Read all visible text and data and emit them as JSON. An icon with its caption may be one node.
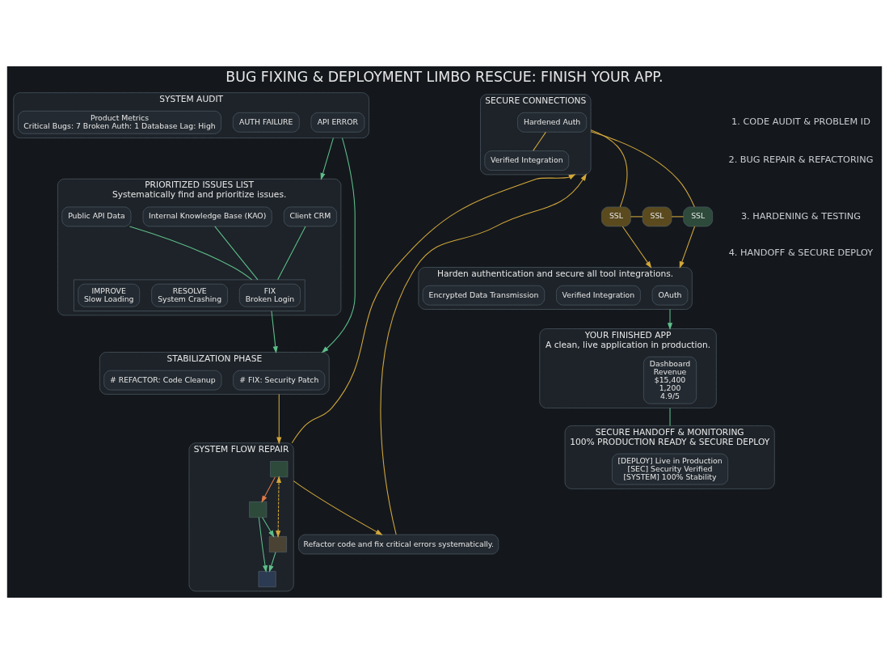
{
  "diagram": {
    "title": "BUG FIXING & DEPLOYMENT LIMBO RESCUE: FINISH YOUR APP.",
    "nodes": [
      {
        "text": [
          "SYSTEM AUDIT"
        ]
      },
      {
        "text": [
          "API ERROR"
        ],
        "in": 0
      },
      {
        "text": [
          "AUTH FAILURE"
        ],
        "in": 0
      },
      {
        "text": [
          "Product Metrics",
          "Critical Bugs: 7 Broken Auth: 1 Database Lag: High"
        ],
        "in": 0
      },
      {
        "text": [
          "PRIORITIZED ISSUES LIST",
          "Systematically find and prioritize issues."
        ]
      },
      {
        "text": [
          "Client CRM"
        ],
        "in": 4
      },
      {
        "text": [
          "Internal Knowledge Base (KAO)"
        ],
        "in": 4
      },
      {
        "text": [
          "Public API Data"
        ],
        "in": 4
      },
      {
        "text": [],
        "shape": "box",
        "in": 4
      },
      {
        "text": [
          "FIX",
          "Broken Login"
        ],
        "in": 8
      },
      {
        "text": [
          "RESOLVE",
          "System Crashing"
        ],
        "in": 8
      },
      {
        "text": [
          "IMPROVE",
          "Slow Loading"
        ],
        "in": 8
      },
      {
        "text": [
          "STABILIZATION PHASE"
        ]
      },
      {
        "text": [
          "# FIX: Security Patch"
        ],
        "in": 12
      },
      {
        "text": [
          "# REFACTOR: Code Cleanup"
        ],
        "in": 12
      },
      {
        "text": [
          "SYSTEM FLOW REPAIR"
        ]
      },
      {
        "text": [],
        "shape": "box",
        "in": 15
      },
      {
        "text": [],
        "shape": "box",
        "in": 15
      },
      {
        "text": [],
        "shape": "box",
        "in": 15
      },
      {
        "text": [],
        "shape": "box",
        "in": 15
      },
      {
        "text": [
          "Refactor code and fix critical errors systematically."
        ]
      },
      {
        "text": [
          "SECURE CONNECTIONS"
        ]
      },
      {
        "text": [
          "Hardened Auth"
        ],
        "in": 21
      },
      {
        "text": [
          "Verified Integration"
        ],
        "in": 21
      },
      {
        "text": [
          "SSL"
        ]
      },
      {
        "text": [
          "SSL"
        ]
      },
      {
        "text": [
          "SSL"
        ]
      },
      {
        "text": [
          "Harden authentication and secure all tool integrations."
        ]
      },
      {
        "text": [
          "OAuth"
        ],
        "in": 27
      },
      {
        "text": [
          "Verified Integration"
        ],
        "in": 27
      },
      {
        "text": [
          "Encrypted Data Transmission"
        ],
        "in": 27
      },
      {
        "text": [
          "YOUR FINISHED APP",
          "A clean, live application in production."
        ]
      },
      {
        "text": [
          "Dashboard",
          "Revenue",
          "$15,400",
          "1,200",
          "4.9/5"
        ],
        "in": 31
      },
      {
        "text": [
          "SECURE HANDOFF & MONITORING",
          "100% PRODUCTION READY & SECURE DEPLOY"
        ]
      },
      {
        "text": [
          "[DEPLOY] Live in Production",
          "[SEC] Security Verified",
          "[SYSTEM] 100% Stability"
        ],
        "in": 33
      }
    ],
    "edges": [
      {
        "from": 0,
        "to": 4,
        "arrow": "to",
        "color": "#5fbf8a"
      },
      {
        "from": 0,
        "to": 12,
        "arrow": "to",
        "color": "#5fbf8a"
      },
      {
        "from": 5,
        "to": 8,
        "arrow": "none",
        "color": "#5fbf8a"
      },
      {
        "from": 6,
        "to": 8,
        "arrow": "none",
        "color": "#5fbf8a"
      },
      {
        "from": 7,
        "to": 8,
        "arrow": "none",
        "color": "#5fbf8a"
      },
      {
        "from": 8,
        "to": 12,
        "arrow": "to",
        "color": "#5fbf8a"
      },
      {
        "from": 12,
        "to": 15,
        "arrow": "to",
        "color": "#d4a83a"
      },
      {
        "from": 16,
        "to": 17,
        "arrow": "to",
        "color": "#e07a4a"
      },
      {
        "from": 17,
        "to": 18,
        "arrow": "to",
        "color": "#5fbf8a"
      },
      {
        "from": 18,
        "to": 19,
        "arrow": "to",
        "color": "#5fbf8a"
      },
      {
        "from": 17,
        "to": 19,
        "arrow": "to",
        "color": "#5fbf8a"
      },
      {
        "from": 18,
        "to": 16,
        "arrow": "both",
        "style": "dashed",
        "color": "#d4a83a"
      },
      {
        "from": 15,
        "to": 20,
        "arrow": "to",
        "color": "#d4a83a"
      },
      {
        "from": 15,
        "to": 21,
        "arrow": "to",
        "color": "#d4a83a"
      },
      {
        "from": 20,
        "to": 21,
        "arrow": "to",
        "color": "#d4a83a"
      },
      {
        "from": 22,
        "to": 23,
        "arrow": "none",
        "color": "#d4a83a"
      },
      {
        "from": 21,
        "to": 24,
        "arrow": "none",
        "color": "#d4a83a"
      },
      {
        "from": 21,
        "to": 26,
        "arrow": "none",
        "color": "#d4a83a"
      },
      {
        "from": 24,
        "to": 25,
        "arrow": "none",
        "color": "#d4a83a"
      },
      {
        "from": 25,
        "to": 26,
        "arrow": "none",
        "color": "#d4a83a"
      },
      {
        "from": 24,
        "to": 27,
        "arrow": "to",
        "color": "#d4a83a"
      },
      {
        "from": 26,
        "to": 27,
        "arrow": "to",
        "color": "#d4a83a"
      },
      {
        "from": 27,
        "to": 31,
        "arrow": "to",
        "color": "#5fbf8a"
      },
      {
        "from": 31,
        "to": 33,
        "arrow": "none",
        "color": "#5fbf8a"
      }
    ],
    "labels": [
      "1. CODE AUDIT & PROBLEM ID",
      "2. BUG REPAIR & REFACTORING",
      "3. HARDENING & TESTING",
      "4. HANDOFF & SECURE DEPLOY"
    ]
  }
}
